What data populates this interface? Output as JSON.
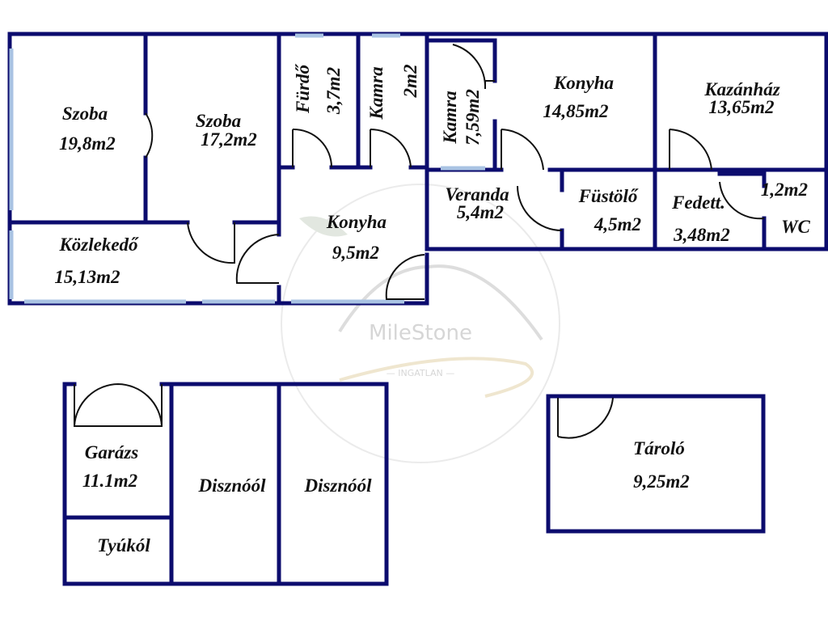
{
  "watermark": {
    "brand": "MileStone",
    "subtitle": "— INGATLAN —"
  },
  "rooms": {
    "szoba1": {
      "name": "Szoba",
      "area": "19,8m2"
    },
    "szoba2": {
      "name": "Szoba",
      "area": "17,2m2"
    },
    "furdo": {
      "name": "Fürdő",
      "area": "3,7m2"
    },
    "kamra1": {
      "name": "Kamra",
      "area": "2m2"
    },
    "kamra2": {
      "name": "Kamra",
      "area": "7,59m2"
    },
    "konyha1": {
      "name": "Konyha",
      "area": "14,85m2"
    },
    "kazanhaz": {
      "name": "Kazánház",
      "area": "13,65m2"
    },
    "kozlekedo": {
      "name": "Közlekedő",
      "area": "15,13m2"
    },
    "konyha2": {
      "name": "Konyha",
      "area": "9,5m2"
    },
    "veranda": {
      "name": "Veranda",
      "area": "5,4m2"
    },
    "fustolo": {
      "name": "Füstölő",
      "area": "4,5m2"
    },
    "fedett": {
      "name": "Fedett.",
      "area": "3,48m2"
    },
    "wc": {
      "name": "WC",
      "area": "1,2m2"
    },
    "garazs": {
      "name": "Garázs",
      "area": "11.1m2"
    },
    "tyukol": {
      "name": "Tyúkól"
    },
    "disznool1": {
      "name": "Disznóól"
    },
    "disznool2": {
      "name": "Disznóól"
    },
    "tarolo": {
      "name": "Tároló",
      "area": "9,25m2"
    }
  }
}
